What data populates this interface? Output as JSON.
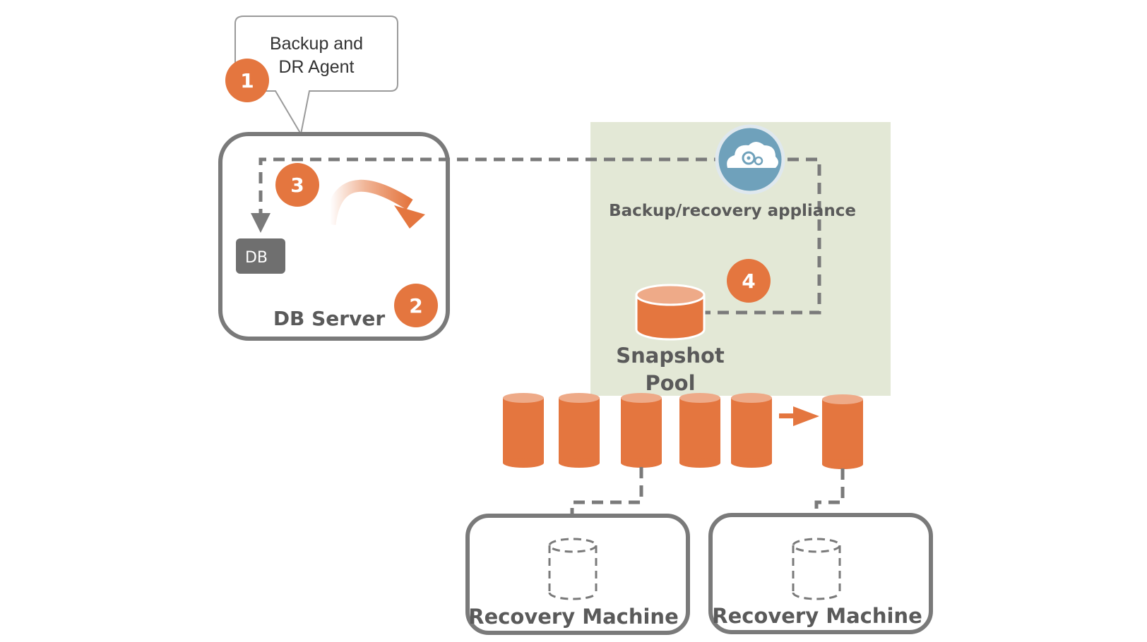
{
  "callout": {
    "line1": "Backup and",
    "line2": "DR Agent"
  },
  "db_server": {
    "label": "DB Server",
    "db_label": "DB"
  },
  "appliance": {
    "label": "Backup/recovery appliance",
    "icon": "cloud-gear-icon"
  },
  "snapshot_pool": {
    "line1": "Snapshot",
    "line2": "Pool"
  },
  "badges": [
    "1",
    "2",
    "3",
    "4"
  ],
  "recovery_machines": [
    {
      "label": "Recovery Machine"
    },
    {
      "label": "Recovery Machine"
    }
  ],
  "colors": {
    "accent_orange": "#e4763f",
    "cylinder_top": "#eeaa88",
    "panel_green": "#e3e8d6",
    "stroke_gray": "#7a7a7a",
    "cloud_blue": "#6fa1bb"
  }
}
